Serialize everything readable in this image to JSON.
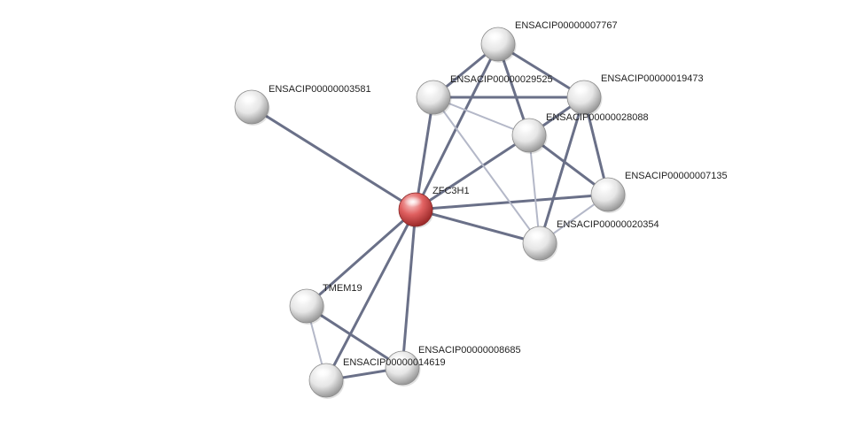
{
  "network": {
    "colors": {
      "query_node": "#e06060",
      "partner_node": "#e8e8e8",
      "edge_strong": "#6a7088",
      "edge_light": "#b4b8c8"
    },
    "nodes": [
      {
        "id": "zfc3h1",
        "label": "ZFC3H1",
        "role": "query"
      },
      {
        "id": "p7767",
        "label": "ENSACIP00000007767",
        "role": "partner"
      },
      {
        "id": "p29525",
        "label": "ENSACIP00000029525",
        "role": "partner"
      },
      {
        "id": "p19473",
        "label": "ENSACIP00000019473",
        "role": "partner"
      },
      {
        "id": "p3581",
        "label": "ENSACIP00000003581",
        "role": "partner"
      },
      {
        "id": "p28088",
        "label": "ENSACIP00000028088",
        "role": "partner"
      },
      {
        "id": "p7135",
        "label": "ENSACIP00000007135",
        "role": "partner"
      },
      {
        "id": "p20354",
        "label": "ENSACIP00000020354",
        "role": "partner"
      },
      {
        "id": "tmem19",
        "label": "TMEM19",
        "role": "partner"
      },
      {
        "id": "p8685",
        "label": "ENSACIP00000008685",
        "role": "partner"
      },
      {
        "id": "p14619",
        "label": "ENSACIP00000014619",
        "role": "partner"
      }
    ],
    "edges": [
      {
        "source": "zfc3h1",
        "target": "p3581",
        "strength": "strong"
      },
      {
        "source": "zfc3h1",
        "target": "p29525",
        "strength": "strong"
      },
      {
        "source": "zfc3h1",
        "target": "p7767",
        "strength": "strong"
      },
      {
        "source": "zfc3h1",
        "target": "p28088",
        "strength": "strong"
      },
      {
        "source": "zfc3h1",
        "target": "p7135",
        "strength": "strong"
      },
      {
        "source": "zfc3h1",
        "target": "p20354",
        "strength": "strong"
      },
      {
        "source": "zfc3h1",
        "target": "tmem19",
        "strength": "strong"
      },
      {
        "source": "zfc3h1",
        "target": "p8685",
        "strength": "strong"
      },
      {
        "source": "zfc3h1",
        "target": "p14619",
        "strength": "strong"
      },
      {
        "source": "p7767",
        "target": "p29525",
        "strength": "strong"
      },
      {
        "source": "p7767",
        "target": "p19473",
        "strength": "strong"
      },
      {
        "source": "p7767",
        "target": "p28088",
        "strength": "strong"
      },
      {
        "source": "p29525",
        "target": "p19473",
        "strength": "strong"
      },
      {
        "source": "p29525",
        "target": "p28088",
        "strength": "light"
      },
      {
        "source": "p29525",
        "target": "p20354",
        "strength": "light"
      },
      {
        "source": "p19473",
        "target": "p28088",
        "strength": "strong"
      },
      {
        "source": "p19473",
        "target": "p7135",
        "strength": "strong"
      },
      {
        "source": "p19473",
        "target": "p20354",
        "strength": "strong"
      },
      {
        "source": "p28088",
        "target": "p7135",
        "strength": "strong"
      },
      {
        "source": "p28088",
        "target": "p20354",
        "strength": "light"
      },
      {
        "source": "p7135",
        "target": "p20354",
        "strength": "light"
      },
      {
        "source": "tmem19",
        "target": "p14619",
        "strength": "light"
      },
      {
        "source": "tmem19",
        "target": "p8685",
        "strength": "strong"
      },
      {
        "source": "p14619",
        "target": "p8685",
        "strength": "strong"
      }
    ]
  }
}
